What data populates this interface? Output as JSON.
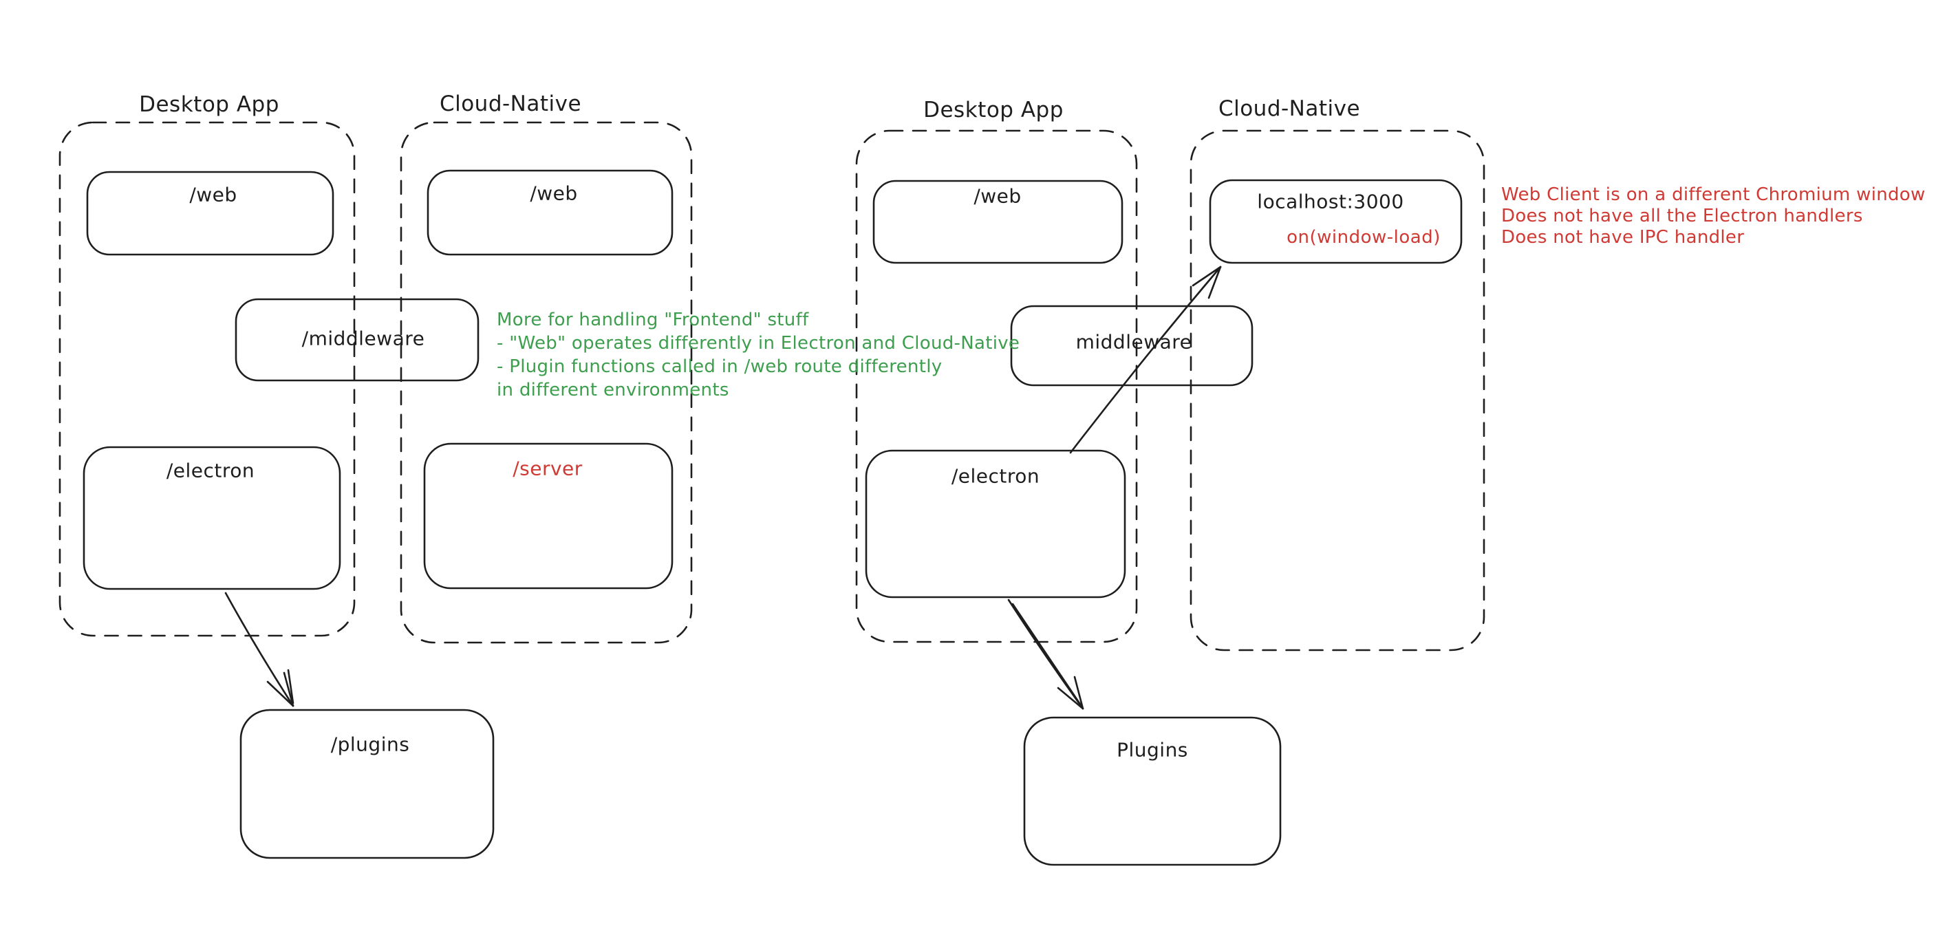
{
  "colors": {
    "bg": "#ffffff",
    "stroke": "#1e1e1e",
    "green": "#3d9e4d",
    "red": "#d03a34"
  },
  "left": {
    "desktop_label": "Desktop App",
    "cloud_label": "Cloud-Native",
    "web_desktop": "/web",
    "web_cloud": "/web",
    "middleware": "/middleware",
    "electron": "/electron",
    "server": "/server",
    "plugins": "/plugins"
  },
  "right": {
    "desktop_label": "Desktop App",
    "cloud_label": "Cloud-Native",
    "web": "/web",
    "localhost": "localhost:3000",
    "on_window_load": "on(window-load)",
    "middleware": "middleware",
    "electron": "/electron",
    "plugins": "Plugins"
  },
  "notes": {
    "green": {
      "lines": [
        "More for handling \"Frontend\" stuff",
        "- \"Web\" operates differently in Electron and Cloud-Native",
        "- Plugin functions called in /web route differently",
        "in different environments"
      ]
    },
    "red": {
      "lines": [
        "Web Client is on a different Chromium window",
        "Does not have all the Electron handlers",
        "Does not have IPC handler"
      ]
    }
  }
}
